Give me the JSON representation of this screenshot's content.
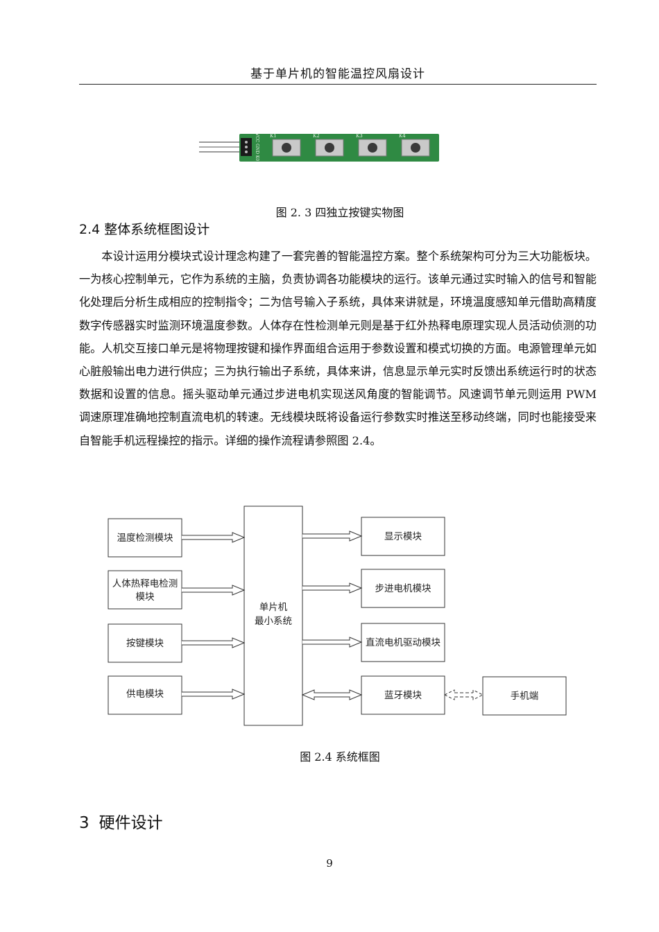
{
  "header": {
    "title": "基于单片机的智能温控风扇设计"
  },
  "figure_2_3": {
    "caption": "图 2. 3  四独立按键实物图",
    "board_labels": [
      "VCC GND K0",
      "K1",
      "K2",
      "K3",
      "K4"
    ]
  },
  "section_2_4": {
    "heading": "2.4 整体系统框图设计",
    "paragraph": "本设计运用分模块式设计理念构建了一套完善的智能温控方案。整个系统架构可分为三大功能板块。一为核心控制单元，它作为系统的主脑，负责协调各功能模块的运行。该单元通过实时输入的信号和智能化处理后分析生成相应的控制指令；二为信号输入子系统，具体来讲就是，环境温度感知单元借助高精度数字传感器实时监测环境温度参数。人体存在性检测单元则是基于红外热释电原理实现人员活动侦测的功能。人机交互接口单元是将物理按键和操作界面组合运用于参数设置和模式切换的方面。电源管理单元如心脏般输出电力进行供应；三为执行输出子系统，具体来讲，信息显示单元实时反馈出系统运行时的状态数据和设置的信息。摇头驱动单元通过步进电机实现送风角度的智能调节。风速调节单元则运用 PWM 调速原理准确地控制直流电机的转速。无线模块既将设备运行参数实时推送至移动终端，同时也能接受来自智能手机远程操控的指示。详细的操作流程请参照图 2.4。"
  },
  "figure_2_4": {
    "caption": "图 2.4 系统框图",
    "inputs": [
      "温度检测模块",
      "人体热释电检测",
      "模块",
      "按键模块",
      "供电模块"
    ],
    "mcu": [
      "单片机",
      "最小系统"
    ],
    "outputs": [
      "显示模块",
      "步进电机模块",
      "直流电机驱动模块",
      "蓝牙模块"
    ],
    "phone": "手机端"
  },
  "section_3": {
    "number": "3",
    "heading": "硬件设计"
  },
  "page_number": "9"
}
